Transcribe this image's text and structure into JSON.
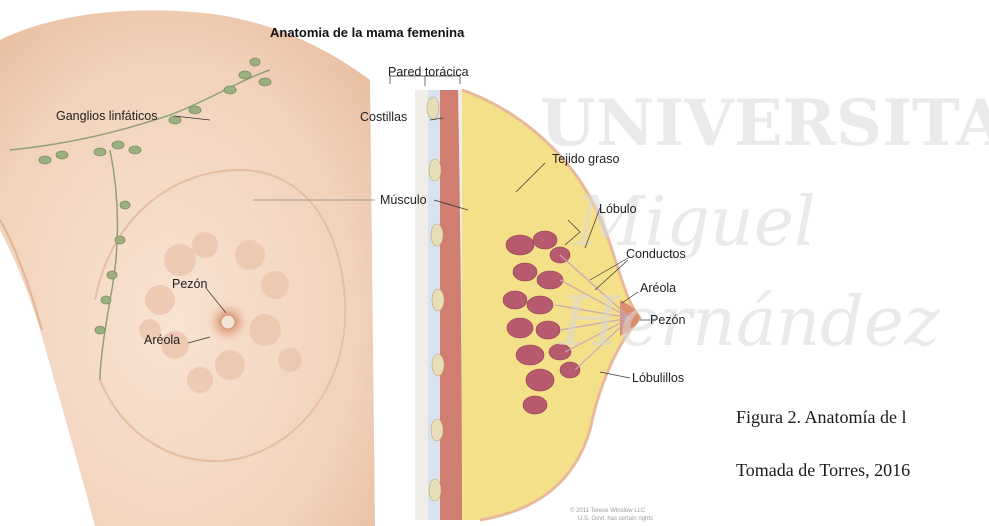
{
  "figure": {
    "title": "Anatomia de la mama femenina",
    "labels": {
      "pared_toracica": "Pared torácica",
      "costillas": "Costillas",
      "ganglios": "Ganglios linfáticos",
      "tejido_graso": "Tejido graso",
      "musculo": "Músculo",
      "lobulo": "Lóbulo",
      "conductos": "Conductos",
      "areola_right": "Aréola",
      "pezon_right": "Pezón",
      "pezon_left": "Pezón",
      "areola_left": "Aréola",
      "lobulillos": "Lóbulillos"
    },
    "copyright_line1": "© 2011 Terese Winslow LLC",
    "copyright_line2": "U.S. Govt. has certain rights"
  },
  "watermark": {
    "line1": "UNIVERSITAS",
    "line2": "Miguel",
    "line3": "Hernández"
  },
  "caption": {
    "line1": "Figura 2. Anatomía de l",
    "line2": "Tomada de Torres, 2016"
  },
  "colors": {
    "skin": "#f3d9c4",
    "fat": "#f5e08a",
    "lobule": "#b85a6e",
    "muscle": "#c96b5a",
    "watermark": "#d9d9d9"
  }
}
